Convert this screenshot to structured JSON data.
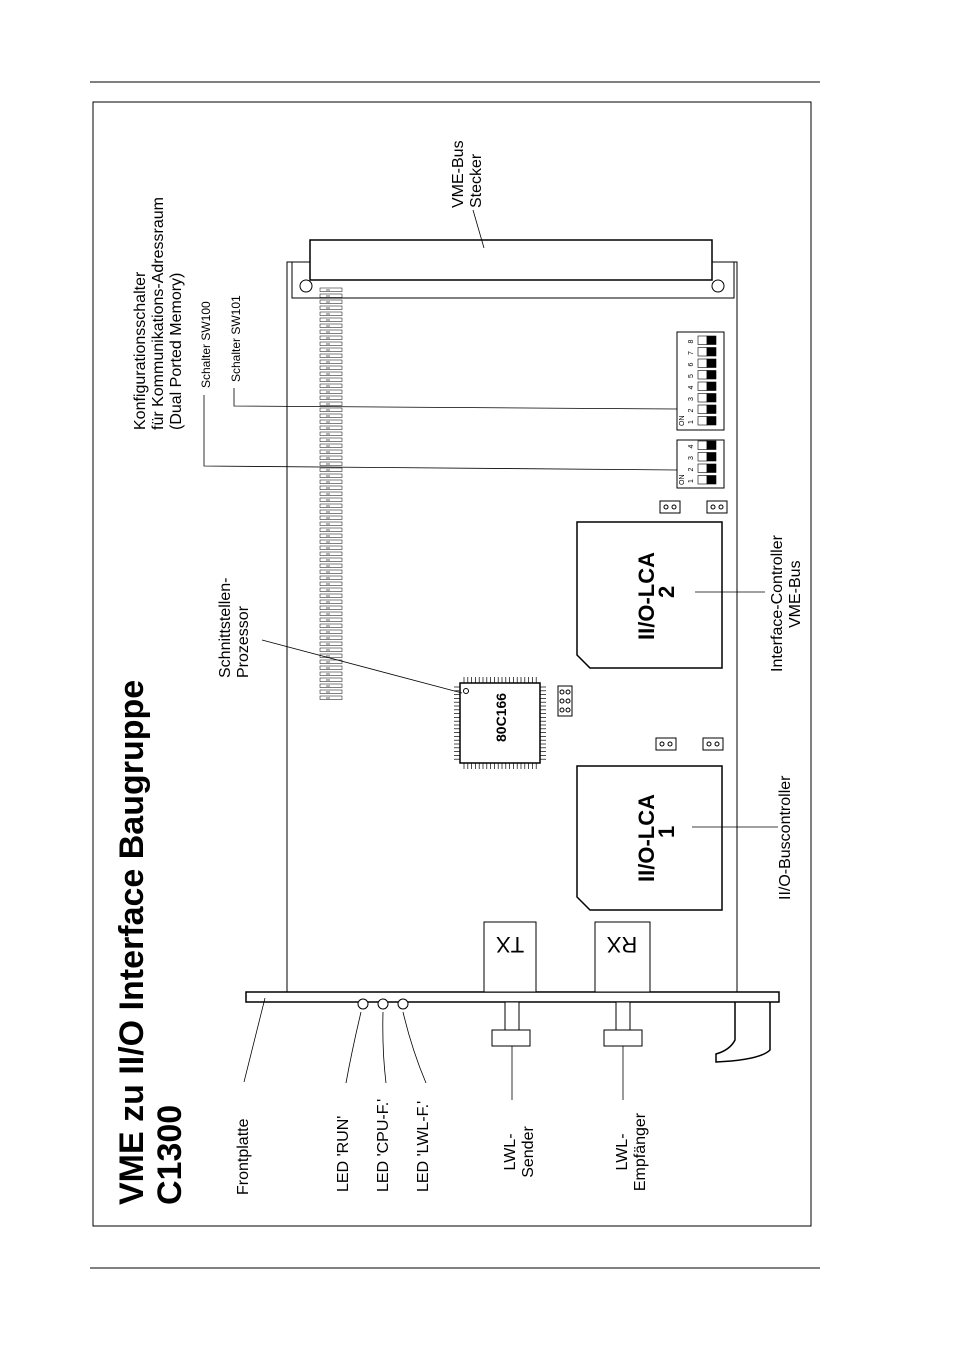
{
  "title": {
    "line1": "VME  zu  II/O  Interface  Baugruppe",
    "line2": "C1300"
  },
  "labels": {
    "frontplatte": "Frontplatte",
    "led_run": "LED  'RUN'",
    "led_cpu": "LED  'CPU-F.'",
    "led_lwl": "LED  'LWL-F.'",
    "lwl_sender_1": "LWL-",
    "lwl_sender_2": "Sender",
    "lwl_empf_1": "LWL-",
    "lwl_empf_2": "Empfänger",
    "schnittstellen_1": "Schnittstellen-",
    "schnittstellen_2": "Prozessor",
    "konfig_1": "Konfigurationsschalter",
    "konfig_2": "für  Kommunikations-Adressraum",
    "konfig_3": "(Dual  Ported  Memory)",
    "sw100": "Schalter  SW100",
    "sw101": "Schalter  SW101",
    "vme_1": "VME-Bus",
    "vme_2": "Stecker",
    "ifc_1": "Interface-Controller",
    "ifc_2": "VME-Bus",
    "iobus": "II/O-Buscontroller"
  },
  "components": {
    "cpu": "80C166",
    "lca1_a": "II/O-LCA",
    "lca1_b": "1",
    "lca2_a": "II/O-LCA",
    "lca2_b": "2",
    "tx": "TX",
    "rx": "RX",
    "dip_on": "ON",
    "sw100_nums": [
      "1",
      "2",
      "3",
      "4"
    ],
    "sw101_nums": [
      "1",
      "2",
      "3",
      "4",
      "5",
      "6",
      "7",
      "8"
    ]
  }
}
